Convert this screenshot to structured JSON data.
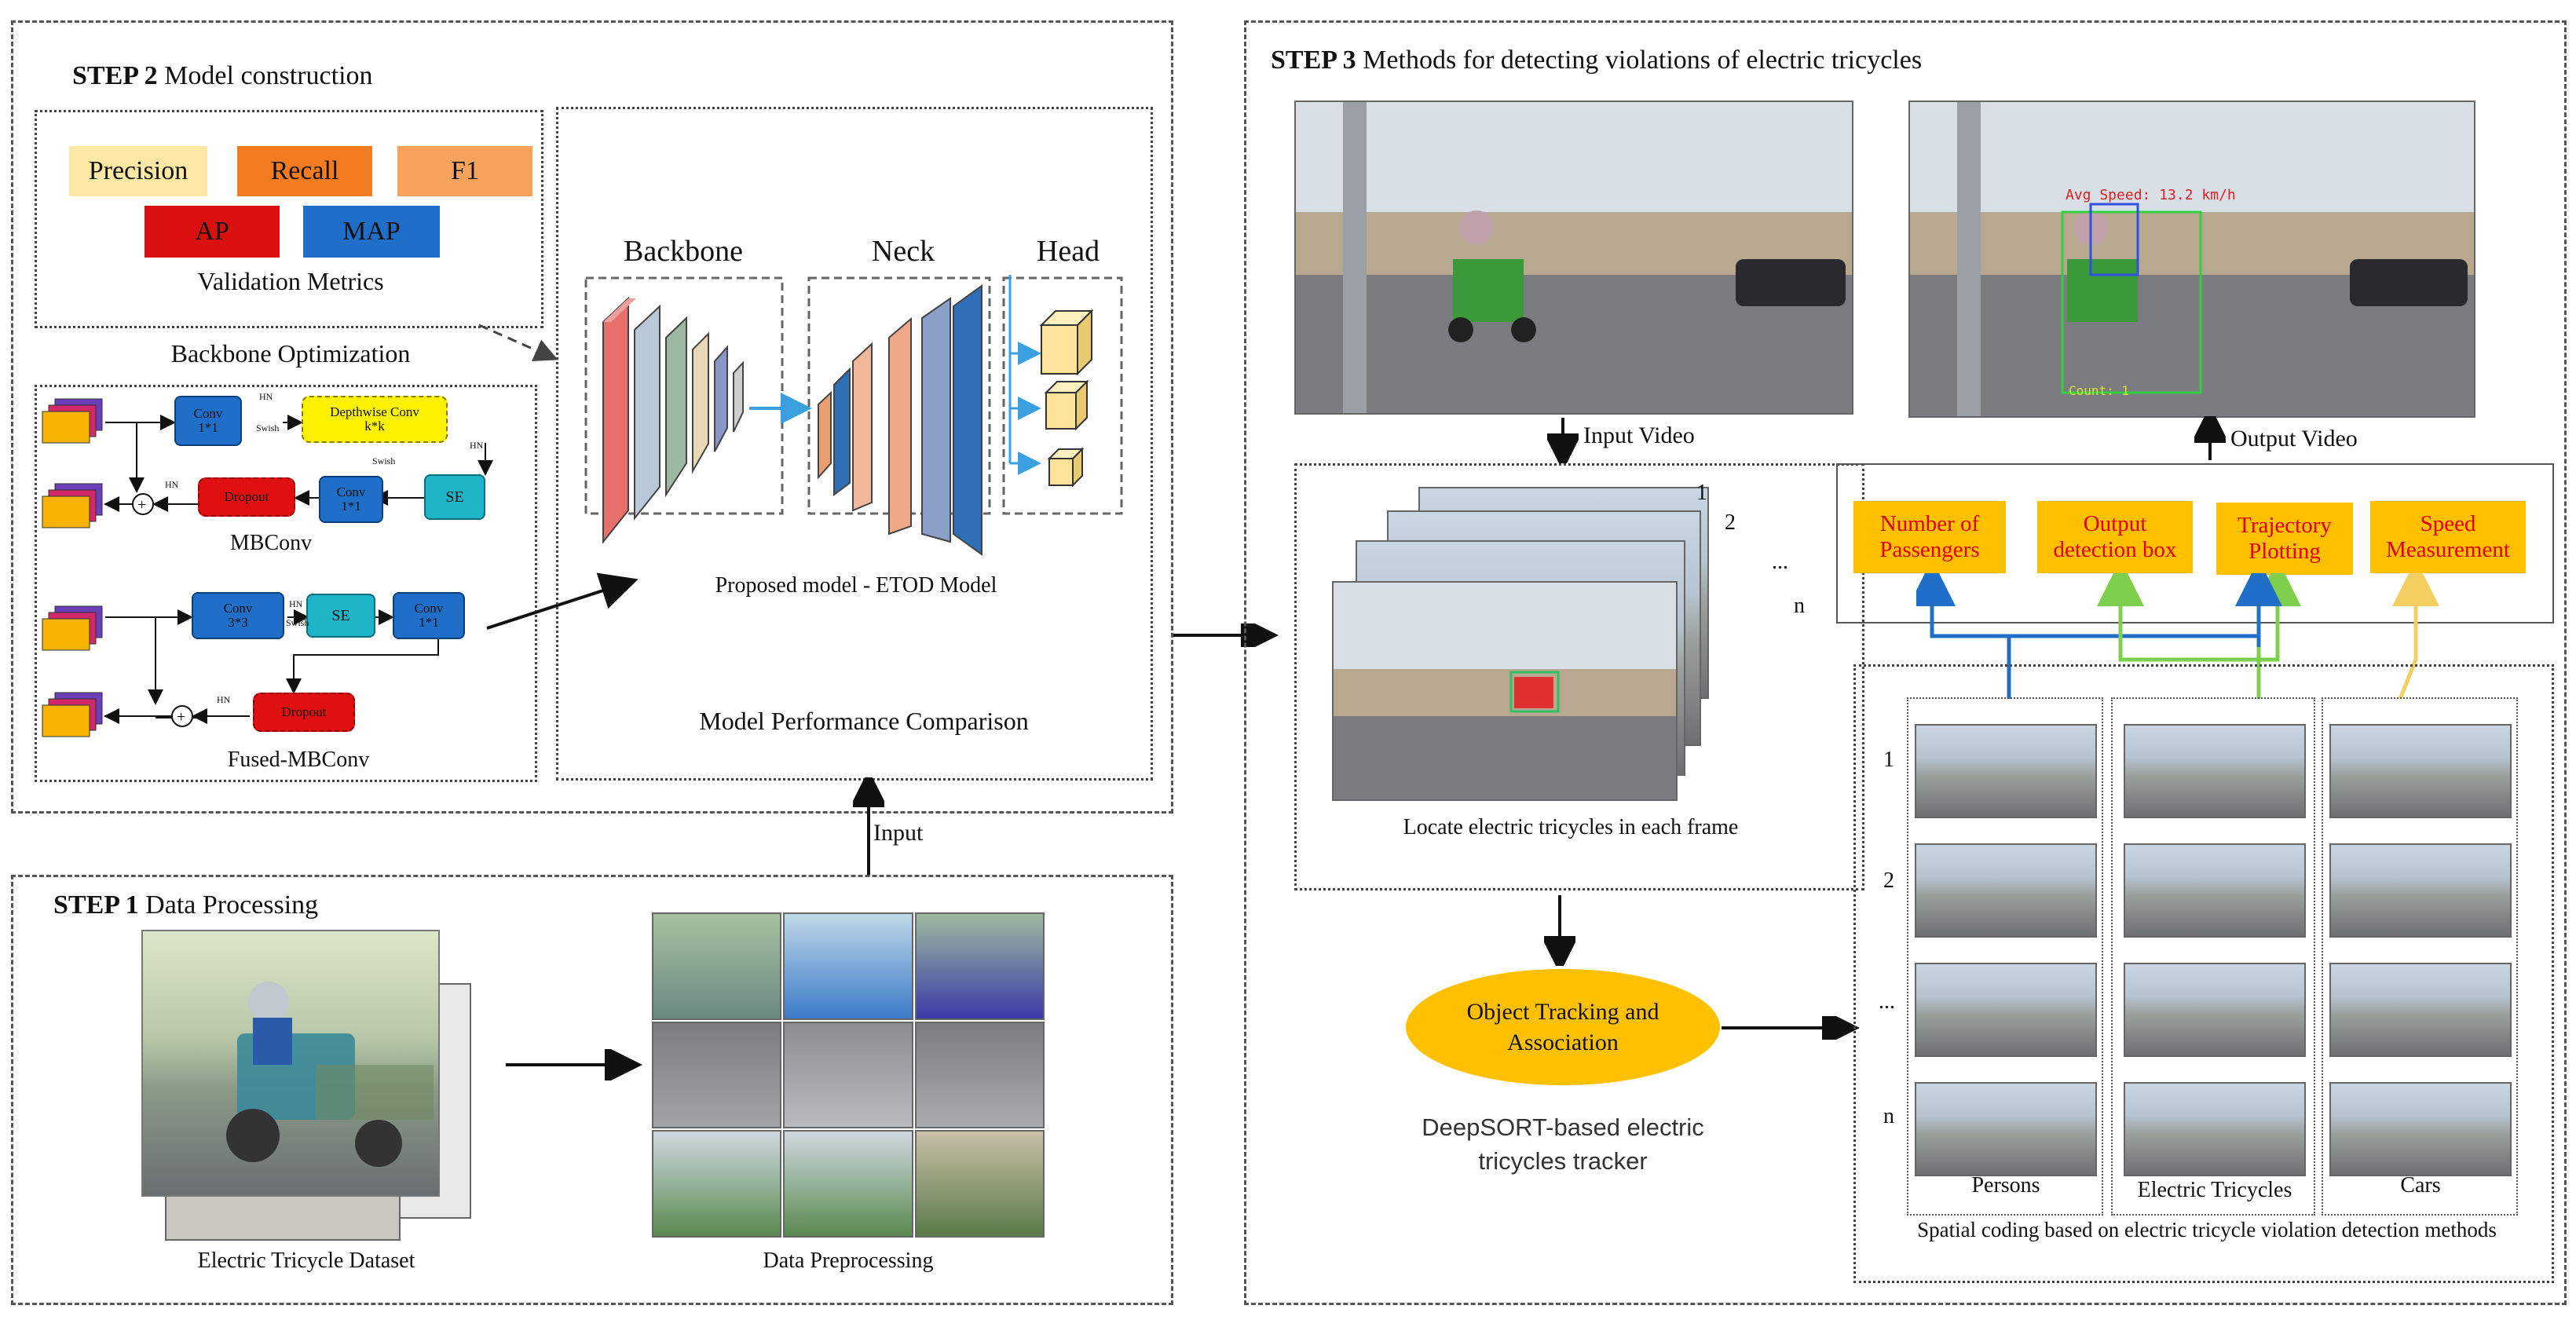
{
  "step1": {
    "title_bold": "STEP 1",
    "title_rest": " Data Processing",
    "dataset_caption": "Electric Tricycle Dataset",
    "preprocess_caption": "Data Preprocessing"
  },
  "step2": {
    "title_bold": "STEP 2",
    "title_rest": " Model construction",
    "metrics": [
      "Precision",
      "Recall",
      "F1",
      "AP",
      "MAP"
    ],
    "metrics_caption": "Validation Metrics",
    "backbone_opt": "Backbone Optimization",
    "mbconv": {
      "conv1": "Conv\n1*1",
      "dwconv": "Depthwise Conv\nk*k",
      "se": "SE",
      "conv2": "Conv\n1*1",
      "dropout": "Dropout",
      "label": "MBConv"
    },
    "fused": {
      "conv1": "Conv\n3*3",
      "se": "SE",
      "conv2": "Conv\n1*1",
      "dropout": "Dropout",
      "label": "Fused-MBConv"
    },
    "act_hn": "HN",
    "act_swish": "Swish",
    "arch": {
      "backbone": "Backbone",
      "neck": "Neck",
      "head": "Head"
    },
    "model_caption": "Proposed model - ETOD Model",
    "comparison": "Model Performance Comparison"
  },
  "input_label": "Input",
  "step3": {
    "title_bold": "STEP 3",
    "title_rest": " Methods for detecting violations of electric tricycles",
    "input_video": "Input Video",
    "output_video": "Output Video",
    "frame_numbers": [
      "1",
      "2",
      "...",
      "n"
    ],
    "locate_caption": "Locate electric tricycles in each frame",
    "tracking": "Object Tracking and Association",
    "deepsort": "DeepSORT-based electric tricycles tracker",
    "outputs": [
      "Number of Passengers",
      "Output detection box",
      "Trajectory Plotting",
      "Speed Measurement"
    ],
    "row_labels": [
      "1",
      "2",
      "...",
      "n"
    ],
    "columns": [
      "Persons",
      "Electric Tricycles",
      "Cars"
    ],
    "spatial_caption": "Spatial coding based on electric tricycle violation detection methods",
    "overlay_speed": "Avg Speed: 13.2 km/h",
    "overlay_count": "Count: 1"
  },
  "colors": {
    "precision": "#fde9a5",
    "recall": "#f47b20",
    "f1": "#f7a35c",
    "ap": "#d81010",
    "map": "#1f6fc8",
    "output_box": "#ffc000",
    "output_text": "#e00000",
    "ellipse": "#ffc000",
    "arrow_blue": "#1f6fc8",
    "arrow_green": "#7fcf4f",
    "arrow_yellow": "#f2cf60"
  }
}
